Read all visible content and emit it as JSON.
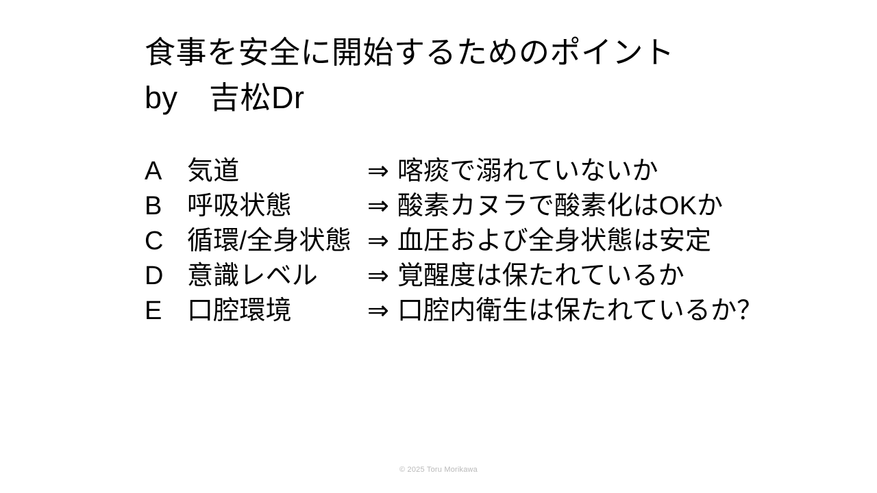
{
  "slide": {
    "background_color": "#ffffff",
    "text_color": "#000000",
    "title": {
      "line1": "食事を安全に開始するためのポイント",
      "line2": "by　吉松Dr"
    },
    "rows": [
      {
        "letter": "A",
        "label": "気道",
        "arrow": "⇒",
        "description": "喀痰で溺れていないか"
      },
      {
        "letter": "B",
        "label": "呼吸状態",
        "arrow": "⇒",
        "description": "酸素カヌラで酸素化はOKか"
      },
      {
        "letter": "C",
        "label": "循環/全身状態",
        "arrow": "⇒",
        "description": "血圧および全身状態は安定"
      },
      {
        "letter": "D",
        "label": "意識レベル",
        "arrow": "⇒",
        "description": "覚醒度は保たれているか"
      },
      {
        "letter": "E",
        "label": "口腔環境",
        "arrow": "⇒",
        "description": "口腔内衛生は保たれているか？"
      }
    ],
    "footer": {
      "copyright": "© 2025 Toru Morikawa",
      "color": "#b9b9b9"
    }
  }
}
